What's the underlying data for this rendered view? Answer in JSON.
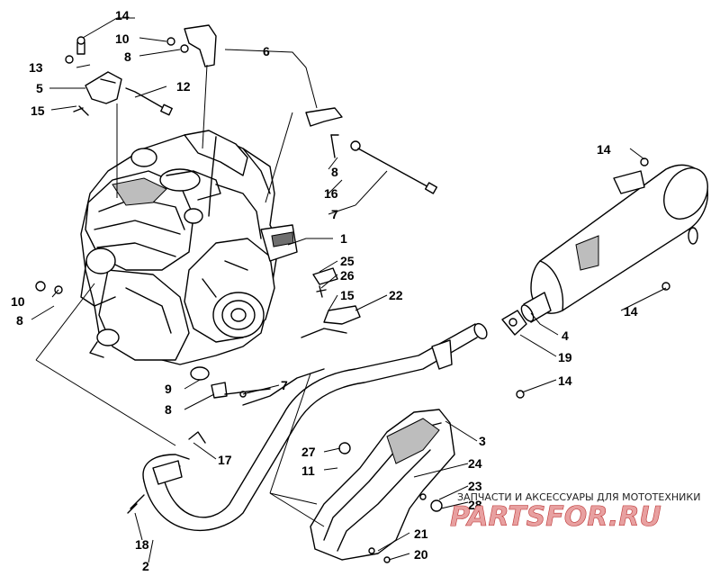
{
  "callouts": {
    "c1": "1",
    "c2": "2",
    "c3": "3",
    "c4": "4",
    "c5": "5",
    "c6": "6",
    "c7a": "7",
    "c7b": "7",
    "c8a": "8",
    "c8b": "8",
    "c8c": "8",
    "c8d": "8",
    "c9": "9",
    "c10a": "10",
    "c10b": "10",
    "c11": "11",
    "c12": "12",
    "c13": "13",
    "c14a": "14",
    "c14b": "14",
    "c14c": "14",
    "c14d": "14",
    "c15a": "15",
    "c15b": "15",
    "c16": "16",
    "c17": "17",
    "c18": "18",
    "c19": "19",
    "c20": "20",
    "c21": "21",
    "c22": "22",
    "c23": "23",
    "c24": "24",
    "c25": "25",
    "c26": "26",
    "c27": "27",
    "c28": "28"
  },
  "watermark": {
    "tagline": "ЗАПЧАСТИ И АКСЕССУАРЫ ДЛЯ МОТОТЕХНИКИ",
    "logo": "PARTSFOR.RU"
  }
}
